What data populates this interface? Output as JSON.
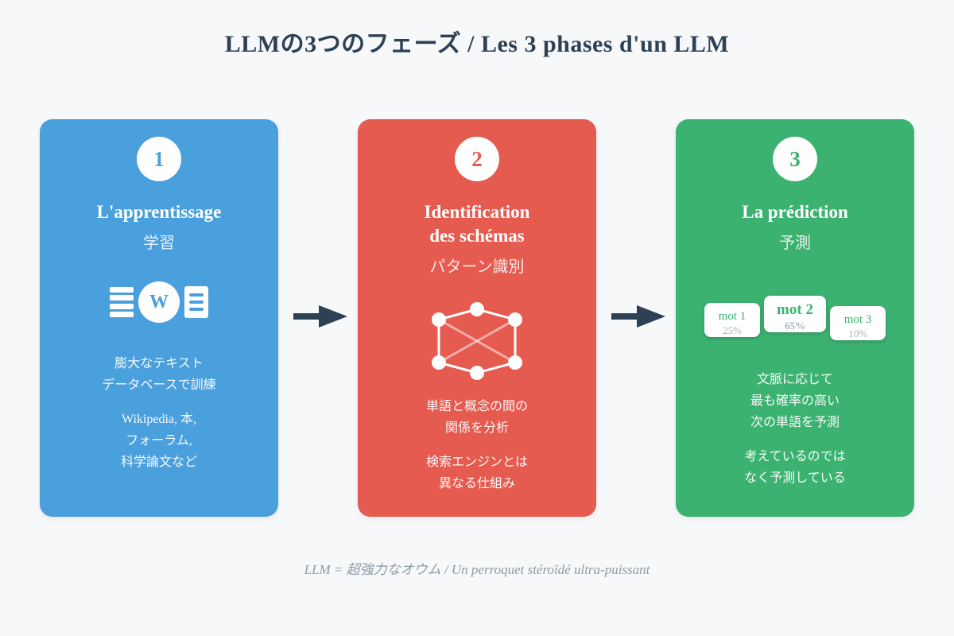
{
  "title": "LLMの3つのフェーズ / Les 3 phases d'un LLM",
  "footer_note": "LLM = 超強力なオウム / Un perroquet stéroïdé ultra-puissant",
  "colors": {
    "background": "#f7f8fa",
    "heading_text": "#2e4154",
    "arrow": "#2e4154",
    "card_blue": "#4a9fdd",
    "card_red": "#e55b4f",
    "card_green": "#3cb271",
    "footer_text": "#8d9aa5",
    "percent_text": "#a9b2b8"
  },
  "cards": [
    {
      "number": "1",
      "title_fr": "L'apprentissage",
      "title_ja": "学習",
      "icons": {
        "names": [
          "database-icon",
          "wikipedia-icon",
          "document-icon"
        ],
        "wikipedia_letter": "W"
      },
      "paragraphs": [
        [
          "膨大なテキスト",
          "データベースで訓練"
        ],
        [
          "Wikipedia, 本,",
          "フォーラム,",
          "科学論文など"
        ]
      ]
    },
    {
      "number": "2",
      "title_fr_line1": "Identification",
      "title_fr_line2": "des schémas",
      "title_ja": "パターン識別",
      "icons": {
        "names": [
          "concept-network-graph"
        ]
      },
      "paragraphs": [
        [
          "単語と概念の間の",
          "関係を分析"
        ],
        [
          "検索エンジンとは",
          "異なる仕組み"
        ]
      ]
    },
    {
      "number": "3",
      "title_fr": "La prédiction",
      "title_ja": "予測",
      "predictions": [
        {
          "word": "mot 1",
          "probability": "25%"
        },
        {
          "word": "mot 2",
          "probability": "65%"
        },
        {
          "word": "mot 3",
          "probability": "10%"
        }
      ],
      "paragraphs": [
        [
          "文脈に応じて",
          "最も確率の高い",
          "次の単語を予測"
        ],
        [
          "考えているのでは",
          "なく予測している"
        ]
      ]
    }
  ]
}
